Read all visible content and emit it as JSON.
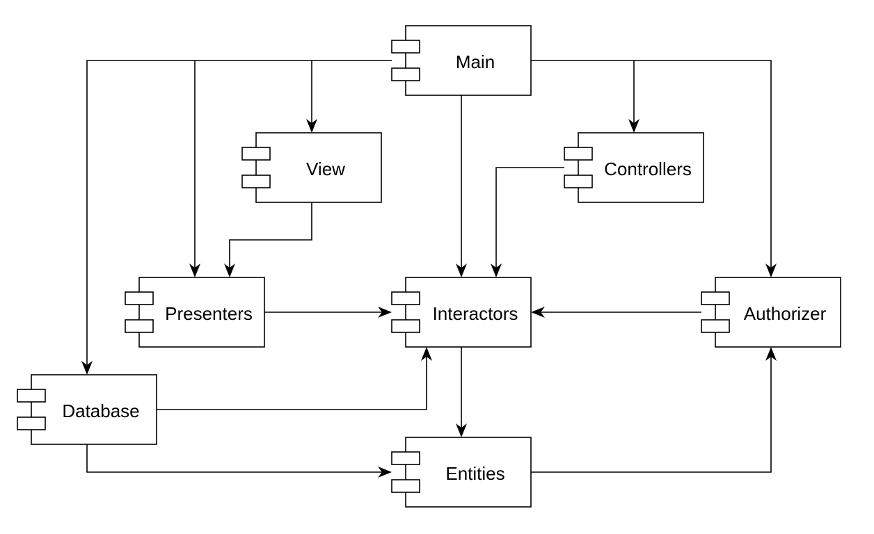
{
  "components": [
    {
      "id": "main",
      "label": "Main"
    },
    {
      "id": "view",
      "label": "View"
    },
    {
      "id": "controllers",
      "label": "Controllers"
    },
    {
      "id": "presenters",
      "label": "Presenters"
    },
    {
      "id": "interactors",
      "label": "Interactors"
    },
    {
      "id": "authorizer",
      "label": "Authorizer"
    },
    {
      "id": "database",
      "label": "Database"
    },
    {
      "id": "entities",
      "label": "Entities"
    }
  ],
  "dependencies": [
    {
      "from": "main",
      "to": "database"
    },
    {
      "from": "main",
      "to": "presenters"
    },
    {
      "from": "main",
      "to": "view"
    },
    {
      "from": "main",
      "to": "interactors"
    },
    {
      "from": "main",
      "to": "controllers"
    },
    {
      "from": "main",
      "to": "authorizer"
    },
    {
      "from": "view",
      "to": "presenters"
    },
    {
      "from": "controllers",
      "to": "interactors"
    },
    {
      "from": "presenters",
      "to": "interactors"
    },
    {
      "from": "authorizer",
      "to": "interactors"
    },
    {
      "from": "database",
      "to": "interactors"
    },
    {
      "from": "interactors",
      "to": "entities"
    },
    {
      "from": "database",
      "to": "entities"
    },
    {
      "from": "entities",
      "to": "authorizer"
    }
  ]
}
